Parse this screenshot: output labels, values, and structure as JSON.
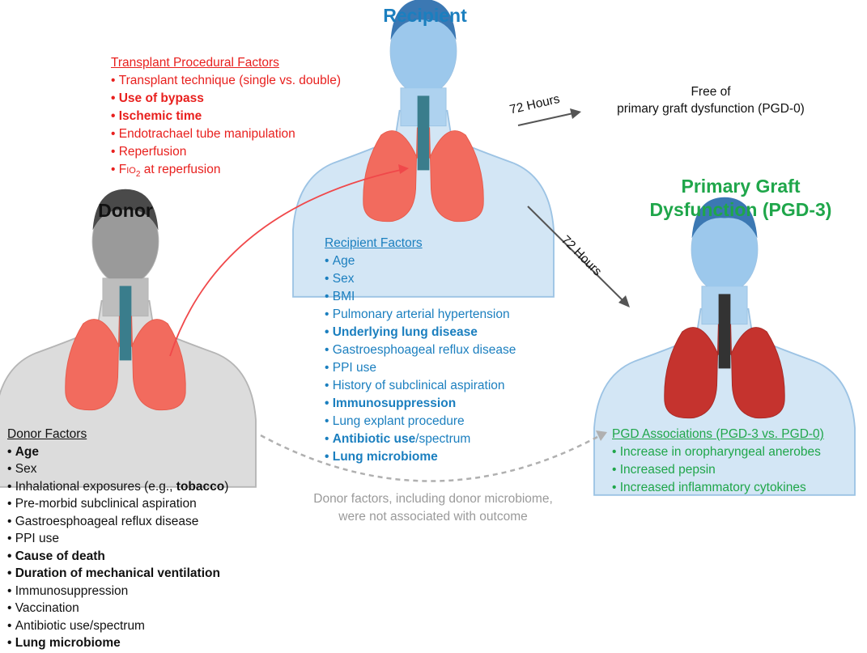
{
  "recipient_title": "Recipient",
  "donor_title": "Donor",
  "pgd3_title": [
    "Primary Graft",
    "Dysfunction (PGD-3)"
  ],
  "arrow_label_1": "72 Hours",
  "arrow_label_2": "72 Hours",
  "free_of_pgd": [
    "Free of",
    "primary graft dysfunction (PGD-0)"
  ],
  "transplant_factors": {
    "heading": "Transplant Procedural Factors",
    "items": [
      {
        "text": "Transplant technique (single vs. double)",
        "bold": false
      },
      {
        "text": "Use of bypass",
        "bold": true
      },
      {
        "text": "Ischemic time",
        "bold": true
      },
      {
        "text": "Endotrachael tube manipulation",
        "bold": false
      },
      {
        "text": "Reperfusion",
        "bold": false
      }
    ],
    "fio2": {
      "prefix": "F",
      "small": "IO",
      "sub": "2",
      "suffix": " at reperfusion"
    }
  },
  "recipient_factors": {
    "heading": "Recipient Factors",
    "items": [
      {
        "text": "Age",
        "bold": false
      },
      {
        "text": "Sex",
        "bold": false
      },
      {
        "text": "BMI",
        "bold": false
      },
      {
        "text": "Pulmonary arterial hypertension",
        "bold": false
      },
      {
        "text": "Underlying lung disease",
        "bold": true
      },
      {
        "text": "Gastroesphoageal reflux disease",
        "bold": false
      },
      {
        "text": "PPI use",
        "bold": false
      },
      {
        "text": "History of subclinical aspiration",
        "bold": false
      },
      {
        "text": "Immunosuppression",
        "bold": true
      },
      {
        "text": "Lung explant procedure",
        "bold": false
      }
    ],
    "antibiotic": {
      "bold": "Antibiotic use",
      "rest": "/spectrum"
    },
    "last": {
      "text": "Lung microbiome",
      "bold": true
    }
  },
  "donor_factors": {
    "heading": "Donor Factors",
    "items_a": [
      {
        "text": "Age",
        "bold": true
      },
      {
        "text": "Sex",
        "bold": false
      }
    ],
    "inhalational": {
      "pre": "Inhalational exposures (e.g., ",
      "bold": "tobacco",
      "post": ")"
    },
    "items_b": [
      {
        "text": "Pre-morbid subclinical aspiration",
        "bold": false
      },
      {
        "text": "Gastroesphoageal reflux disease",
        "bold": false
      },
      {
        "text": "PPI use",
        "bold": false
      },
      {
        "text": "Cause of death",
        "bold": true
      },
      {
        "text": "Duration of mechanical ventilation",
        "bold": true
      },
      {
        "text": "Immunosuppression",
        "bold": false
      },
      {
        "text": "Vaccination",
        "bold": false
      },
      {
        "text": "Antibiotic use/spectrum",
        "bold": false
      },
      {
        "text": "Lung microbiome",
        "bold": true
      }
    ]
  },
  "pgd_associations": {
    "heading": "PGD Associations (PGD-3 vs. PGD-0)",
    "items": [
      {
        "text": "Increase in oropharyngeal anerobes",
        "bold": false
      },
      {
        "text": "Increased pepsin",
        "bold": false
      },
      {
        "text": "Increased inflammatory cytokines",
        "bold": false
      }
    ]
  },
  "donor_note": [
    "Donor factors, including donor microbiome,",
    "were not associated with outcome"
  ],
  "colors": {
    "red": "#e8201e",
    "blue": "#1b7fbf",
    "green": "#1fa64a",
    "recipient_body": "#d3e6f5",
    "recipient_head": "#4f8fc9",
    "donor_body": "#dcdcdc",
    "donor_head": "#5a5a5a",
    "pgd_body": "#d3e6f5",
    "lung_healthy": "#f26b5e",
    "lung_pgd": "#c5332e"
  },
  "icons": [
    "person-icon",
    "lungs-icon",
    "arrow-icon"
  ]
}
